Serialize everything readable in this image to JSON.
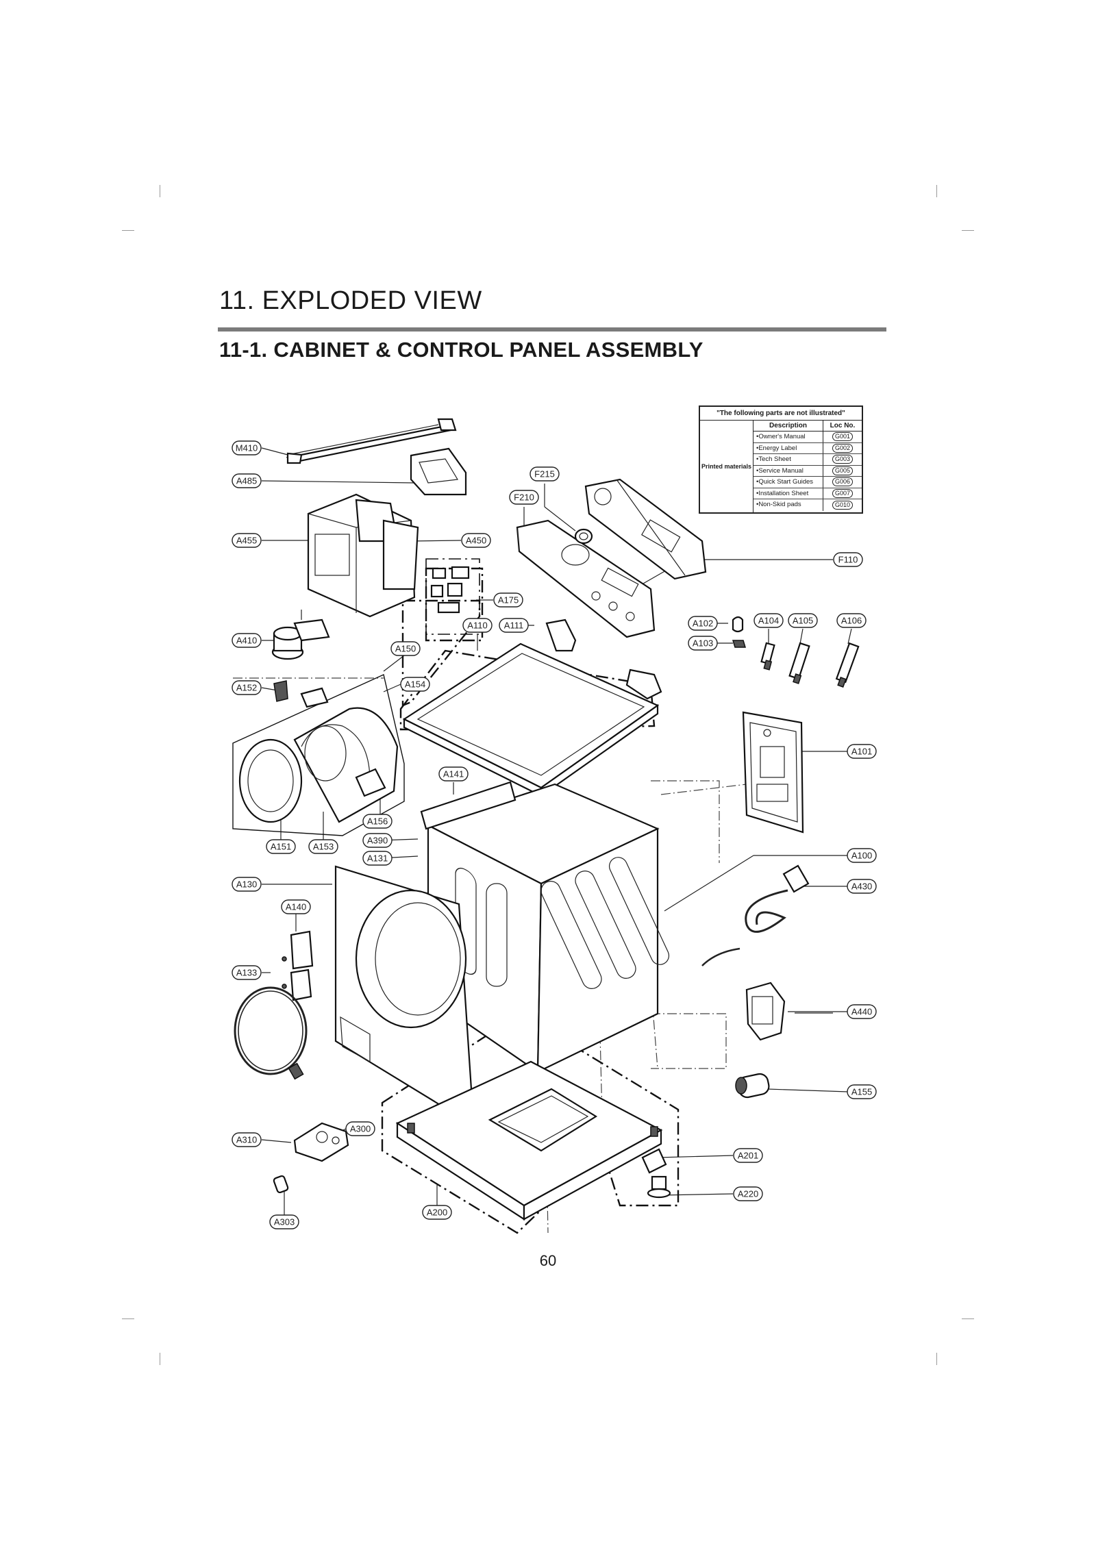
{
  "page": {
    "title": "11. EXPLODED VIEW",
    "subtitle": "11-1. CABINET  & CONTROL PANEL ASSEMBLY",
    "page_number": "60"
  },
  "not_illustrated": {
    "header": "\"The following parts are not illustrated\"",
    "category": "Printed materials",
    "col_description": "Description",
    "col_loc": "Loc No.",
    "rows": [
      {
        "desc": "•Owner's Manual",
        "loc": "G001"
      },
      {
        "desc": "•Energy Label",
        "loc": "G002"
      },
      {
        "desc": "•Tech Sheet",
        "loc": "G003"
      },
      {
        "desc": "•Service Manual",
        "loc": "G005"
      },
      {
        "desc": "•Quick Start Guides",
        "loc": "G006"
      },
      {
        "desc": "•Installation Sheet",
        "loc": "G007"
      },
      {
        "desc": "•Non-Skid pads",
        "loc": "G010"
      }
    ]
  },
  "callouts": [
    "M410",
    "A485",
    "A455",
    "A450",
    "F215",
    "F210",
    "F110",
    "A175",
    "A410",
    "A110",
    "A111",
    "A102",
    "A103",
    "A104",
    "A105",
    "A106",
    "A150",
    "A152",
    "A154",
    "A101",
    "A141",
    "A156",
    "A390",
    "A131",
    "A151",
    "A153",
    "A100",
    "A430",
    "A130",
    "A140",
    "A133",
    "A440",
    "A155",
    "A310",
    "A300",
    "A201",
    "A220",
    "A200",
    "A303"
  ]
}
